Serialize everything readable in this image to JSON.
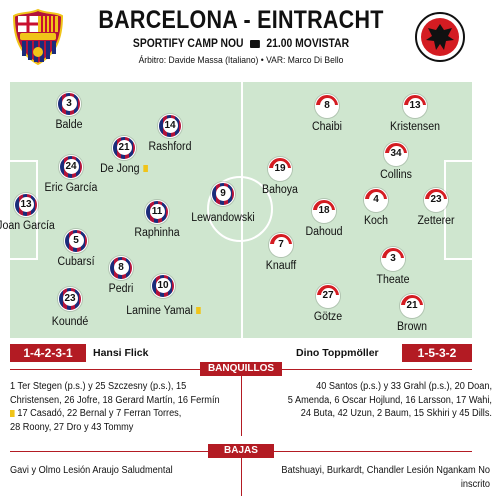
{
  "header": {
    "title": "BARCELONA - EINTRACHT",
    "venue": "SPORTIFY CAMP NOU",
    "broadcast": "21.00 MOVISTAR",
    "officials": "Árbitro: Davide Massa (Italiano) • VAR: Marco Di Bello"
  },
  "colors": {
    "barca_blue": "#1b2b7a",
    "barca_red": "#b3123a",
    "eintracht_red": "#d41c22",
    "pitch": "#cfe6cf",
    "accent": "#b31b23"
  },
  "icons": {
    "home_crest": "fc-barcelona-crest",
    "away_crest": "eintracht-frankfurt-crest",
    "tv": "tv-icon"
  },
  "home": {
    "formation": "1-4-2-3-1",
    "coach": "Hansi Flick",
    "players": [
      {
        "num": "3",
        "name": "Balde",
        "card": false
      },
      {
        "num": "14",
        "name": "Rashford",
        "card": false
      },
      {
        "num": "21",
        "name": "De Jong",
        "card": true
      },
      {
        "num": "24",
        "name": "Eric García",
        "card": false
      },
      {
        "num": "13",
        "name": "Joan García",
        "card": false
      },
      {
        "num": "11",
        "name": "Raphinha",
        "card": false
      },
      {
        "num": "9",
        "name": "Lewandowski",
        "card": false
      },
      {
        "num": "5",
        "name": "Cubarsí",
        "card": false
      },
      {
        "num": "8",
        "name": "Pedri",
        "card": false
      },
      {
        "num": "10",
        "name": "Lamine Yamal",
        "card": true
      },
      {
        "num": "23",
        "name": "Koundé",
        "card": false
      }
    ]
  },
  "away": {
    "formation": "1-5-3-2",
    "coach": "Dino Toppmöller",
    "players": [
      {
        "num": "8",
        "name": "Chaibi"
      },
      {
        "num": "13",
        "name": "Kristensen"
      },
      {
        "num": "34",
        "name": "Collins"
      },
      {
        "num": "19",
        "name": "Bahoya"
      },
      {
        "num": "18",
        "name": "Dahoud"
      },
      {
        "num": "4",
        "name": "Koch"
      },
      {
        "num": "23",
        "name": "Zetterer"
      },
      {
        "num": "7",
        "name": "Knauff"
      },
      {
        "num": "3",
        "name": "Theate"
      },
      {
        "num": "27",
        "name": "Götze"
      },
      {
        "num": "21",
        "name": "Brown"
      }
    ]
  },
  "banquillos": {
    "label": "BANQUILLOS",
    "home_lines": [
      "1 Ter Stegen (p.s.) y 25 Szczesny (p.s.), 15",
      "Christensen, 26 Jofre, 18 Gerard Martín, 16 Fermín",
      "17 Casadó, 22 Bernal y 7 Ferran Torres,",
      "28 Roony, 27 Dro y 43 Tommy"
    ],
    "away_lines": [
      "40 Santos (p.s.) y 33 Grahl (p.s.), 20 Doan,",
      "5 Amenda, 6 Oscar Hojlund, 16 Larsson, 17 Wahi,",
      "24 Buta, 42 Uzun, 2 Baum, 15 Skhiri y 45 Dills."
    ]
  },
  "bajas": {
    "label": "BAJAS",
    "home": "Gavi y Olmo Lesión Araujo Saludmental",
    "away_lines": [
      "Batshuayi, Burkardt, Chandler Lesión Ngankam No",
      "inscrito"
    ]
  }
}
